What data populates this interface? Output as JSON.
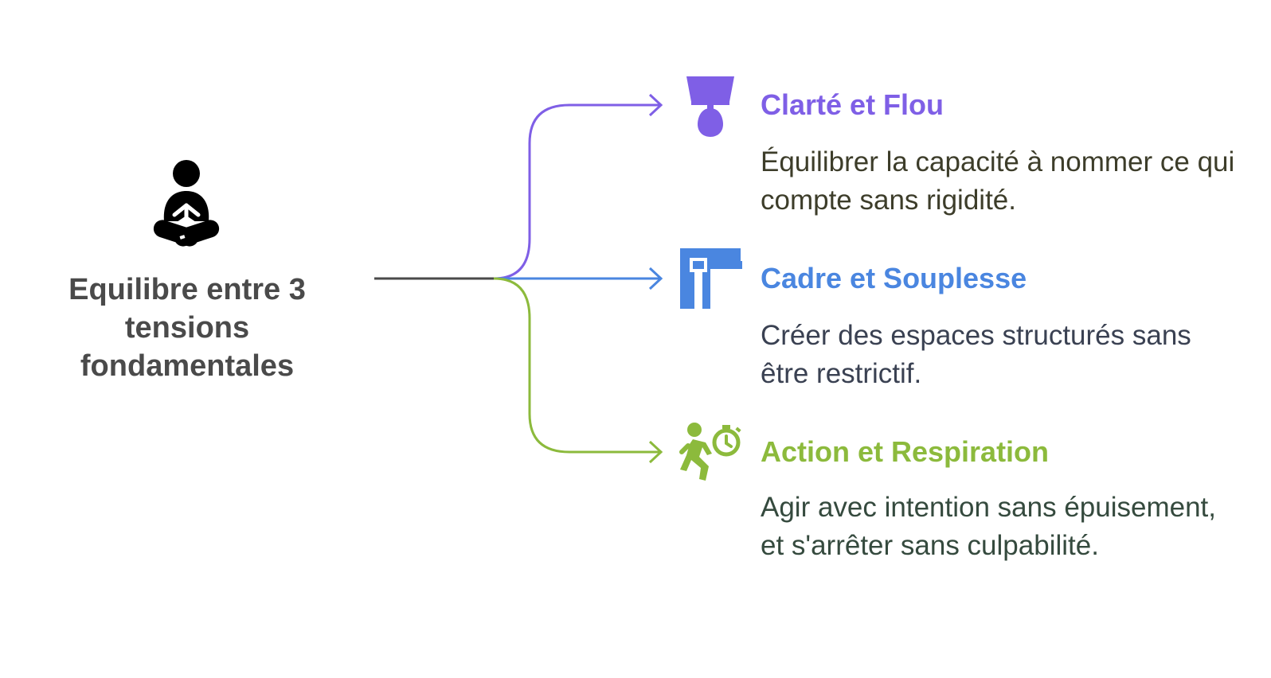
{
  "root": {
    "title": "Equilibre entre 3\ntensions\nfondamentales",
    "icon": "meditation-person-icon",
    "color": "#4a4a4a"
  },
  "branches": [
    {
      "title": "Clarté et Flou",
      "description": "Équilibrer la capacité à nommer ce qui compte sans rigidité.",
      "icon": "lamp-icon",
      "color": "#7f5fe6",
      "desc_color": "#3d3d2a"
    },
    {
      "title": "Cadre et Souplesse",
      "description": "Créer des espaces structurés sans être restrictif.",
      "icon": "frame-icon",
      "color": "#4a86e0",
      "desc_color": "#3a4152"
    },
    {
      "title": "Action et Respiration",
      "description": "Agir avec intention sans épuisement, et s'arrêter sans culpabilité.",
      "icon": "running-stopwatch-icon",
      "color": "#8cba3c",
      "desc_color": "#354a3e"
    }
  ]
}
